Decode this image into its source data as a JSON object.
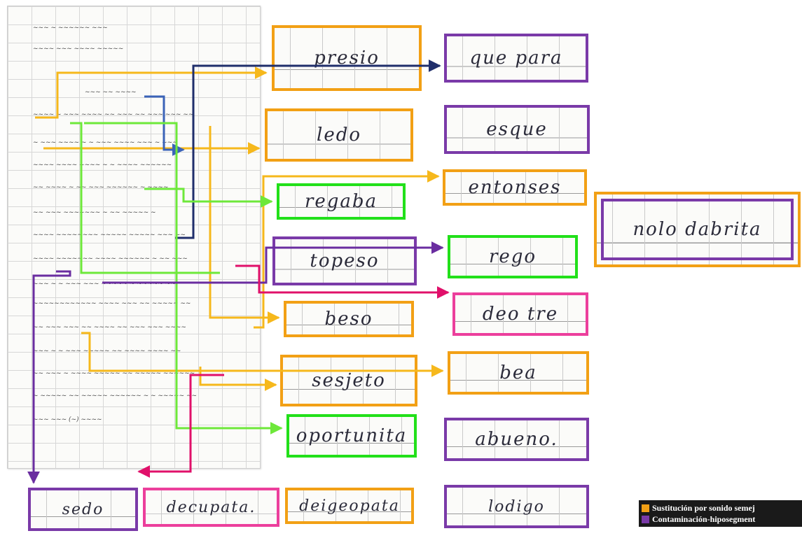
{
  "colors": {
    "orange": "#f2a015",
    "purple": "#7a3aa8",
    "green": "#22e01a",
    "pink": "#ec3f9c",
    "yellow_arrow": "#f6b81c",
    "navy_arrow": "#1f2e6b",
    "blue_arrow": "#3b63b8",
    "green_arrow": "#6ee83a",
    "pink_arrow": "#e0106a",
    "purple_arrow": "#6a2da0"
  },
  "crops": {
    "presio": "presio",
    "que_para": "que para",
    "ledo": "ledo",
    "esque": "esque",
    "entonses": "entonses",
    "regaba": "regaba",
    "nolo_dabrita": "nolo dabrita",
    "topeso": "topeso",
    "rego": "rego",
    "deo_tre": "deo tre",
    "beso": "beso",
    "bea": "bea",
    "sesjeto": "sesjeto",
    "oportunita": "oportunita",
    "abueno": "abueno.",
    "sedo": "sedo",
    "decupata": "decupata.",
    "deigeopata": "deigeopata",
    "lodigo": "lodigo"
  },
  "legend": {
    "items": [
      {
        "label": "Sustitución por sonido semej",
        "color": "#f2a015"
      },
      {
        "label": "Contaminación-hiposegment",
        "color": "#7a3aa8"
      }
    ]
  }
}
